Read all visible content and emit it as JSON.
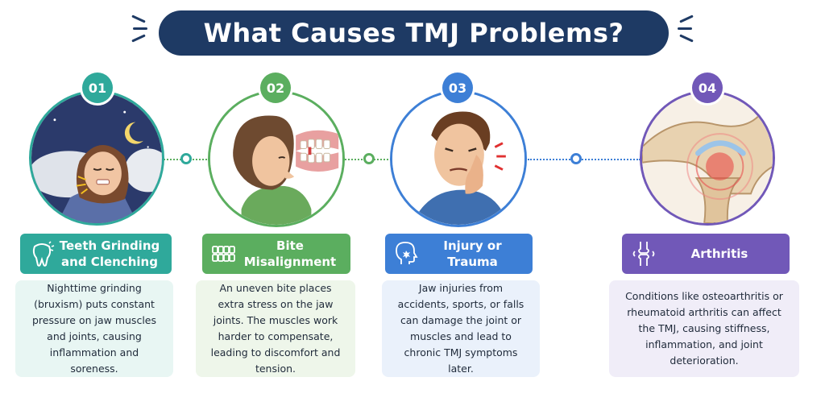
{
  "title": "What Causes TMJ Problems?",
  "colors": {
    "title_bg": "#1e3a64",
    "teal": "#2fa99b",
    "green": "#5bae5f",
    "blue": "#3d7fd6",
    "purple": "#7158b8"
  },
  "causes": [
    {
      "number": "01",
      "icon": "tooth-icon",
      "label": "Teeth Grinding and Clenching",
      "description": "Nighttime grinding (bruxism) puts constant pressure on jaw muscles and joints, causing inflammation and soreness."
    },
    {
      "number": "02",
      "icon": "teeth-icon",
      "label": "Bite Misalignment",
      "description": "An uneven bite places extra stress on the jaw joints. The muscles work harder to compensate, leading to discomfort and tension."
    },
    {
      "number": "03",
      "icon": "head-injury-icon",
      "label": "Injury or Trauma",
      "description": "Jaw injuries from accidents, sports, or falls can damage the joint or muscles and lead to chronic TMJ symptoms later."
    },
    {
      "number": "04",
      "icon": "joint-icon",
      "label": "Arthritis",
      "description": "Conditions like osteoarthritis or rheumatoid arthritis can affect the TMJ, causing stiffness, inflammation, and joint deterioration."
    }
  ]
}
